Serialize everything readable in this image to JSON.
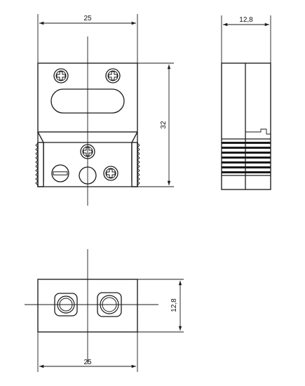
{
  "dimensions": {
    "front_width": "25",
    "front_height": "32",
    "side_width": "12,8",
    "bottom_width": "25",
    "bottom_height": "12,8"
  }
}
